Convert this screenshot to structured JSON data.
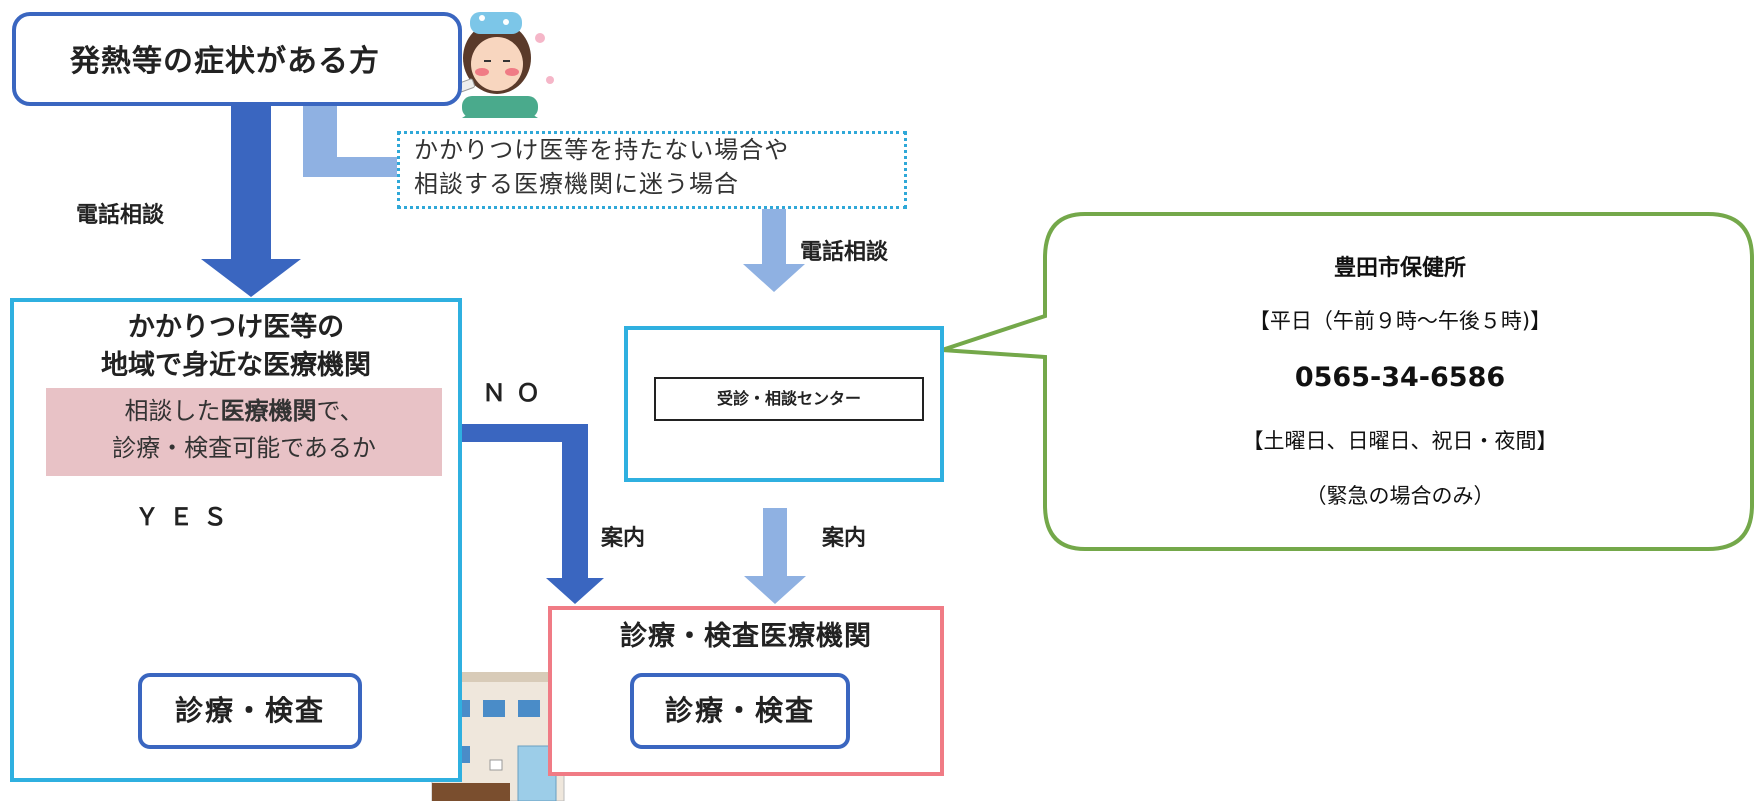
{
  "top_box": {
    "title": "発熱等の症状がある方"
  },
  "dotted_note": {
    "line1": "かかりつけ医等を持たない場合や",
    "line2": "相談する医療機関に迷う場合"
  },
  "labels": {
    "tel_left": "電話相談",
    "tel_right": "電話相談",
    "no": "ＮＯ",
    "yes": "ＹＥＳ",
    "annai_left": "案内",
    "annai_right": "案内"
  },
  "kakaritsuke": {
    "title_line1": "かかりつけ医等の",
    "title_line2": "地域で身近な医療機関",
    "q_prefix": "相談した",
    "q_bold": "医療機関",
    "q_suffix": "で、",
    "q_line2": "診療・検査可能であるか"
  },
  "center": {
    "label": "受診・相談センター"
  },
  "exam_institution": {
    "title": "診療・検査医療機関"
  },
  "shinryo": {
    "left": "診療・検査",
    "right": "診療・検査"
  },
  "bubble": {
    "name": "豊田市保健所",
    "weekday": "【平日（午前９時～午後５時)】",
    "phone": "0565-34-6586",
    "holiday": "【土曜日、日曜日、祝日・夜間】",
    "note": "（緊急の場合のみ）"
  },
  "colors": {
    "dark_blue": "#3a66c0",
    "light_blue": "#8fb1e2",
    "cyan": "#2fb0e0",
    "pink": "#e8c2c6",
    "red_border": "#f07b85",
    "green": "#74a84a"
  },
  "icons": {
    "patient": "sick-person-illustration-icon",
    "building": "clinic-building-illustration-icon"
  }
}
